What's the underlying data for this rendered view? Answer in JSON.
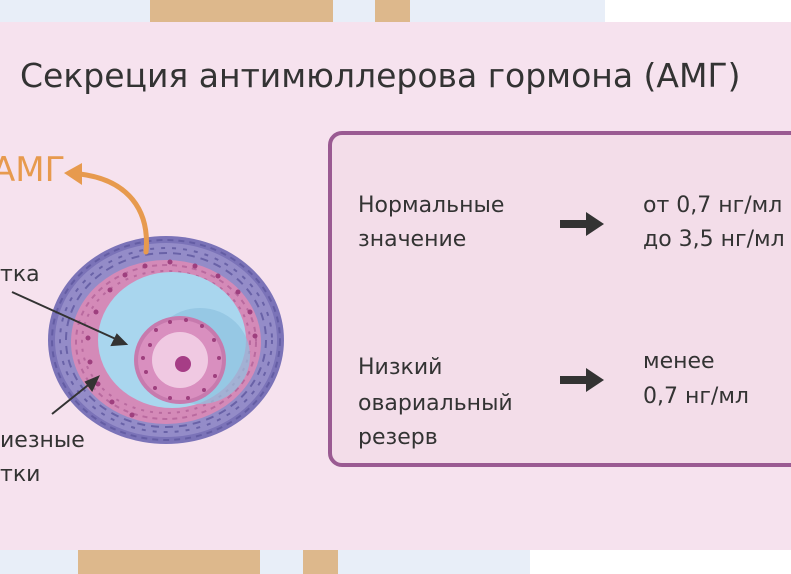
{
  "title": "Секреция антимюллерова гормона (АМГ)",
  "illustration": {
    "hormone_label": "АМГ",
    "label_oocyte": "тка",
    "label_granulosa_line1": "иезные",
    "label_granulosa_line2": "тки"
  },
  "panel": {
    "rows": [
      {
        "label_line1": "Нормальные",
        "label_line2": "значение",
        "value_line1": "от 0,7 нг/мл",
        "value_line2": "до 3,5 нг/мл"
      },
      {
        "label_line1": "Низкий",
        "label_line2": "овариальный",
        "label_line3": "резерв",
        "value_line1": "менее",
        "value_line2": "0,7 нг/мл"
      }
    ]
  },
  "colors": {
    "card_background": "#f6e2ee",
    "panel_border": "#9a5a92",
    "hormone_accent": "#e79a4e",
    "follicle_fluid": "#a9d6ee",
    "theca_cells": "#7b73b8",
    "granulosa_cells": "#d48ab8"
  },
  "icons": [
    "curved-arrow-icon",
    "right-arrow-icon",
    "right-arrow-icon"
  ]
}
